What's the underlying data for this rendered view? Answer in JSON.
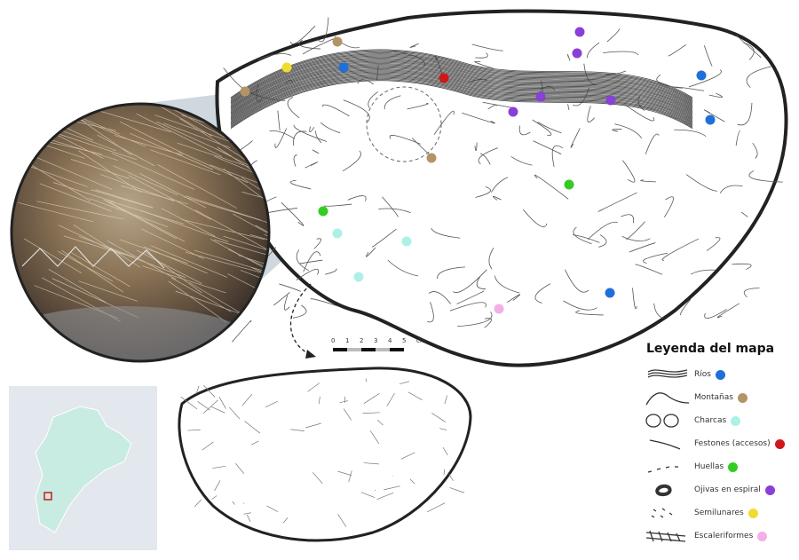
{
  "legend": {
    "title": "Leyenda del mapa",
    "items": [
      {
        "label": "Ríos",
        "color": "#1e6fd9",
        "icon": "rivers-icon"
      },
      {
        "label": "Montañas",
        "color": "#b39466",
        "icon": "mountains-icon"
      },
      {
        "label": "Charcas",
        "color": "#aef0e6",
        "icon": "ponds-icon"
      },
      {
        "label": "Festones (accesos)",
        "color": "#d01818",
        "icon": "festoons-icon"
      },
      {
        "label": "Huellas",
        "color": "#33cc22",
        "icon": "footprints-icon"
      },
      {
        "label": "Ojivas en espiral",
        "color": "#8a3fd6",
        "icon": "spiral-ogives-icon"
      },
      {
        "label": "Semilunares",
        "color": "#f0dc30",
        "icon": "semilunar-icon"
      },
      {
        "label": "Escaleriformes",
        "color": "#f2b0e6",
        "icon": "ladder-icon"
      }
    ]
  },
  "scale": {
    "ticks": [
      "0",
      "1",
      "2",
      "3",
      "4",
      "5"
    ],
    "unit": "cm"
  },
  "markers": [
    "Ríos",
    "Ríos",
    "Ríos",
    "Ríos",
    "Montañas",
    "Montañas",
    "Montañas",
    "Semilunares",
    "Festones (accesos)",
    "Huellas",
    "Huellas",
    "Charcas",
    "Charcas",
    "Charcas",
    "Ojivas en espiral",
    "Ojivas en espiral",
    "Ojivas en espiral",
    "Ojivas en espiral",
    "Ojivas en espiral",
    "Escaleriformes"
  ]
}
